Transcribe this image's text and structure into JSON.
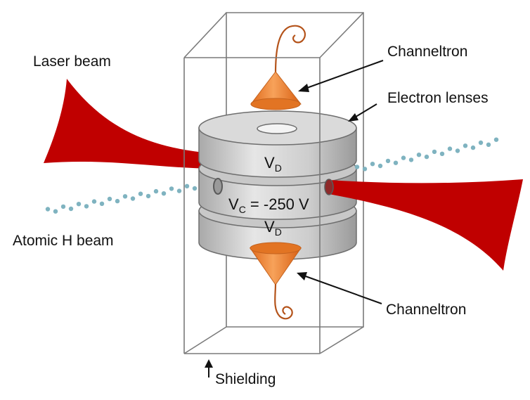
{
  "labels": {
    "channeltron_top": "Channeltron",
    "electron_lenses": "Electron lenses",
    "laser_beam": "Laser beam",
    "atomic_h_beam": "Atomic H beam",
    "channeltron_bottom": "Channeltron",
    "shielding": "Shielding"
  },
  "electrodes": {
    "top": {
      "symbol": "V",
      "subscript": "D"
    },
    "center": {
      "symbol": "V",
      "subscript": "C",
      "value": " = -250 V"
    },
    "bottom": {
      "symbol": "V",
      "subscript": "D"
    }
  },
  "colors": {
    "laser": "#c00000",
    "channeltron_fill": "#f08a32",
    "channeltron_wire": "#b4531a",
    "lens_body": "#cfcfcf",
    "atom_dots": "#7fb3c0",
    "shield_lines": "#7a7a7a"
  }
}
